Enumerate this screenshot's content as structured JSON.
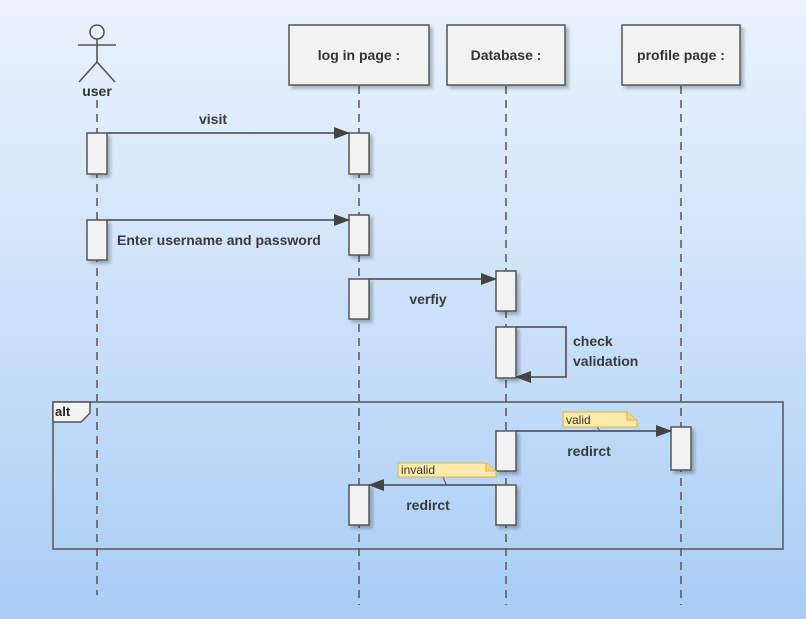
{
  "actor": {
    "name": "user"
  },
  "lifelines": [
    {
      "name": "log in page :"
    },
    {
      "name": "Database :"
    },
    {
      "name": "profile page :"
    }
  ],
  "messages": {
    "visit": "visit",
    "enter_credentials": "Enter username and password",
    "verify": "verfiy",
    "check_validation_line1": "check",
    "check_validation_line2": "validation",
    "redirect_valid": "redirct",
    "redirect_invalid": "redirct"
  },
  "fragment": {
    "operator": "alt"
  },
  "notes": {
    "valid": "valid",
    "invalid": "invalid"
  },
  "colors": {
    "background_top": "#eaf3fd",
    "background_bottom": "#a9cdf5",
    "box_fill": "#f2f2f2",
    "stroke": "#555555",
    "note_fill": "#fde9a8",
    "note_stroke": "#d9b44a"
  }
}
